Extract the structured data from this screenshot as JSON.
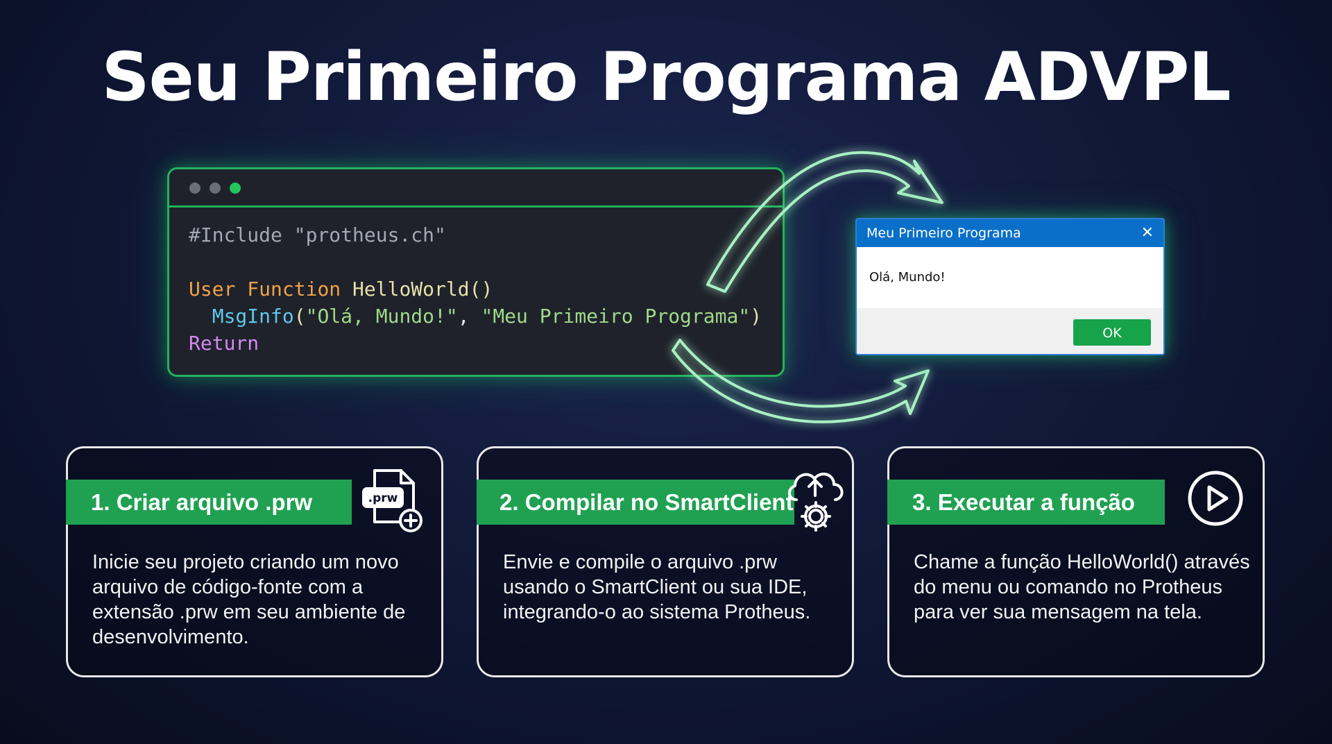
{
  "title": "Seu Primeiro Programa ADVPL",
  "editor": {
    "line1": "#Include \"protheus.ch\"",
    "line2_kw1": "User",
    "line2_kw2": "Function",
    "line2_name": "HelloWorld()",
    "line3_fn": "MsgInfo",
    "line3_open": "(",
    "line3_arg1": "\"Olá, Mundo!\"",
    "line3_comma": ", ",
    "line3_arg2": "\"Meu Primeiro Programa\"",
    "line3_close": ")",
    "line4": "Return"
  },
  "dialog": {
    "title": "Meu Primeiro Programa",
    "close_glyph": "✕",
    "message": "Olá, Mundo!",
    "ok_label": "OK"
  },
  "steps": [
    {
      "label": "1. Criar arquivo .prw",
      "icon": "prw-file-plus-icon",
      "icon_text": ".prw",
      "description": "Inicie seu projeto criando um novo arquivo de código-fonte com a extensão .prw em seu ambiente de desenvolvimento."
    },
    {
      "label": "2. Compilar no SmartClient",
      "icon": "cloud-upload-gear-icon",
      "description": "Envie e compile o arquivo .prw usando o SmartClient ou sua IDE, integrando-o ao sistema Protheus."
    },
    {
      "label": "3. Executar a função",
      "icon": "play-circle-icon",
      "description": "Chame a função HelloWorld() através do menu ou comando no Protheus para ver sua mensagem na tela."
    }
  ],
  "colors": {
    "accent_green": "#20a152",
    "glow_green": "#22c55e",
    "dialog_blue": "#0a6fc9",
    "background": "#121a3a"
  }
}
